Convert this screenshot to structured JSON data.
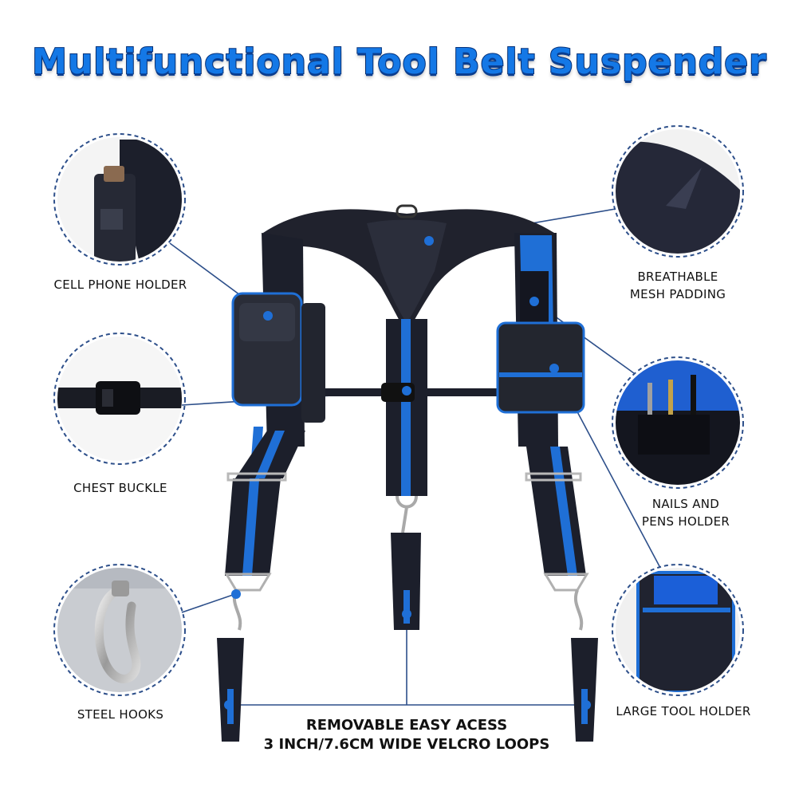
{
  "title": "Multifunctional Tool Belt Suspender",
  "features": {
    "cell_phone_holder": "CELL PHONE HOLDER",
    "chest_buckle": "CHEST BUCKLE",
    "steel_hooks": "STEEL HOOKS",
    "breathable_line1": "BREATHABLE",
    "breathable_line2": "MESH PADDING",
    "nails_line1": "NAILS AND",
    "nails_line2": "PENS HOLDER",
    "large_tool_holder": "LARGE TOOL HOLDER",
    "velcro_line1": "REMOVABLE EASY ACESS",
    "velcro_line2": "3 INCH/7.6CM WIDE VELCRO LOOPS"
  },
  "colors": {
    "accent_blue": "#1f6fd6",
    "strap_black": "#1c1f2b",
    "connector_line": "#2d4f8a"
  }
}
